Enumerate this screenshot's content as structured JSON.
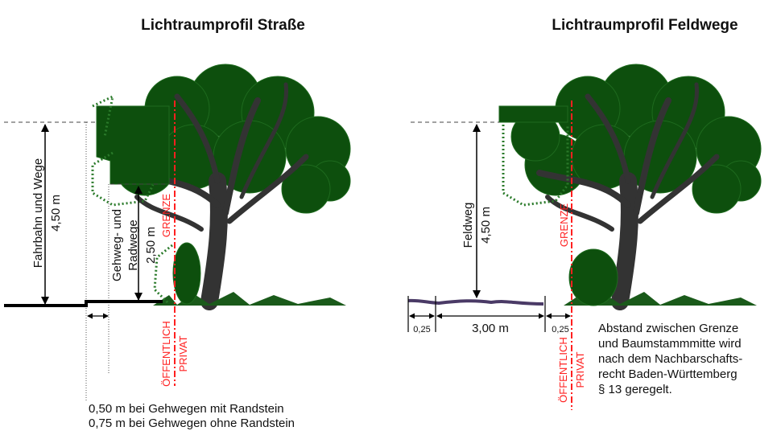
{
  "left": {
    "title": "Lichtraumprofil Straße",
    "road_label": "Fahrbahn und Wege",
    "road_height": "4,50 m",
    "path_label_1": "Gehweg- und",
    "path_label_2": "Radwege",
    "path_height": "2,50 m",
    "border_label": "GRENZE",
    "public_label": "ÖFFENTLICH",
    "private_label": "PRIVAT",
    "note_1": "0,50 m bei Gehwegen mit Randstein",
    "note_2": "0,75 m bei Gehwegen ohne Randstein"
  },
  "right": {
    "title": "Lichtraumprofil Feldwege",
    "path_label": "Feldweg",
    "path_height": "4,50 m",
    "dim_left": "0,25",
    "dim_width": "3,00 m",
    "dim_right": "0,25",
    "border_label": "GRENZE",
    "public_label": "ÖFFENTLICH",
    "private_label": "PRIVAT",
    "note_lines": [
      "Abstand zwischen Grenze",
      "und Baumstammmitte wird",
      "nach dem Nachbarschafts-",
      "recht Baden-Württemberg",
      "§ 13 geregelt."
    ]
  },
  "colors": {
    "border": "#ff2020",
    "foliage": "#0d4f0d",
    "trunk": "#333333",
    "path": "#4a3a66"
  }
}
